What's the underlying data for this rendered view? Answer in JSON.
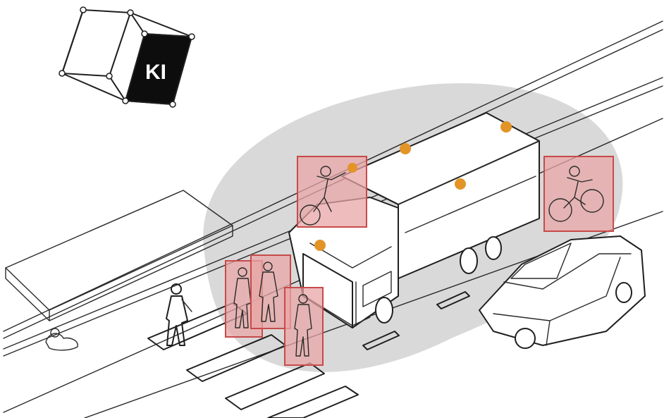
{
  "logo": {
    "text": "KI",
    "icon": "ai-cube-icon",
    "fill": "#0d0d0d"
  },
  "colors": {
    "detection_zone": "#d9d9d9",
    "detection_box_fill": "#e8a5a5",
    "detection_box_stroke": "#c84a4a",
    "sensor_dot": "#e39427",
    "line": "#1f1f1f"
  },
  "scene": {
    "vehicles": [
      "truck",
      "van"
    ],
    "detections": [
      {
        "name": "detected-cyclist-truck-left",
        "kind": "cyclist"
      },
      {
        "name": "detected-cyclist-right",
        "kind": "cyclist"
      },
      {
        "name": "detected-pedestrian-1",
        "kind": "pedestrian"
      },
      {
        "name": "detected-pedestrian-2",
        "kind": "pedestrian"
      },
      {
        "name": "detected-pedestrian-3",
        "kind": "pedestrian"
      }
    ],
    "sensor_count": 5
  }
}
